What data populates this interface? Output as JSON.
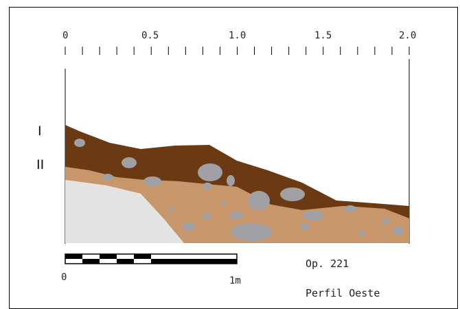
{
  "ruler": {
    "tick_labels": [
      "0",
      "0.5",
      "1.0",
      "1.5",
      "2.0"
    ]
  },
  "layers": {
    "upper": "I",
    "lower": "II"
  },
  "scale_bar": {
    "start_label": "0",
    "end_label": "1m"
  },
  "caption": {
    "line1": "Op. 221",
    "line2": "Perfil Oeste"
  },
  "colors": {
    "layer_I": "#6b3a13",
    "layer_II": "#c7966a",
    "bedrock": "#e3e3e3",
    "stones": "#a0a0a4"
  }
}
